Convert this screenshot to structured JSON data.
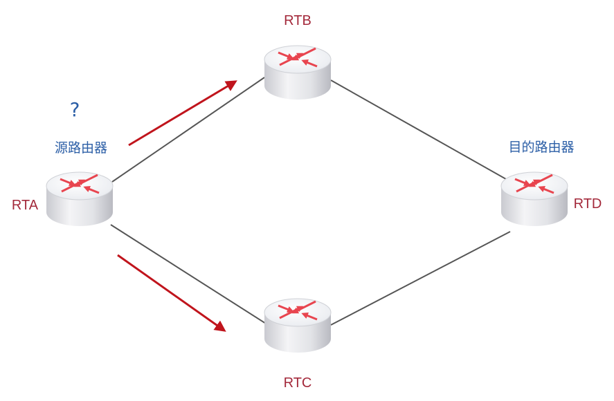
{
  "routers": {
    "rta": {
      "name": "RTA",
      "role": "源路由器"
    },
    "rtb": {
      "name": "RTB"
    },
    "rtc": {
      "name": "RTC"
    },
    "rtd": {
      "name": "RTD",
      "role": "目的路由器"
    }
  },
  "question_mark": "?",
  "colors": {
    "router_label": "#a3283a",
    "role_label": "#2b5ea6",
    "link_line": "#555555",
    "direction_arrow": "#c0141c",
    "router_icon_arrows": "#e8454f",
    "router_body": "#e6e7eb"
  },
  "icons": {
    "router": "router-icon",
    "direction": "arrow-right-icon"
  }
}
